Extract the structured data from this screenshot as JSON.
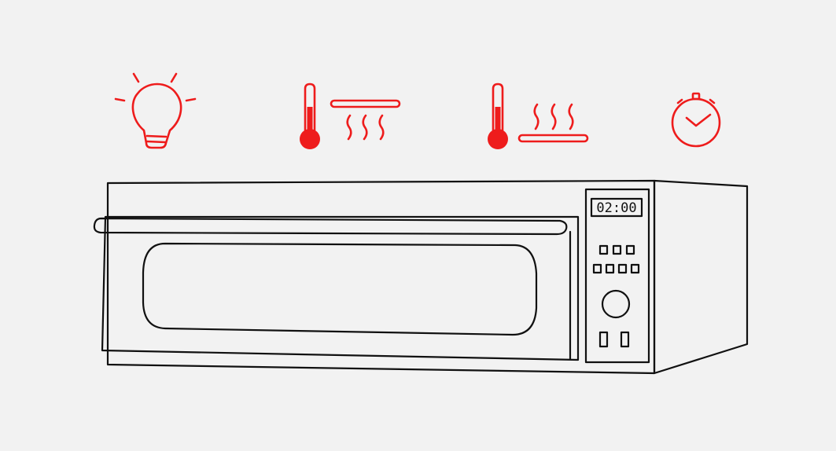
{
  "colors": {
    "background": "#f2f2f2",
    "accent": "#ee1c1c",
    "outline": "#111111"
  },
  "feature_icons": [
    {
      "icon": "lightbulb-icon"
    },
    {
      "icon": "top-heating-element-icon"
    },
    {
      "icon": "bottom-heating-element-icon"
    },
    {
      "icon": "stopwatch-icon"
    }
  ],
  "oven": {
    "display": {
      "time": "02:00"
    },
    "control_panel": {
      "top_button_count": 3,
      "bottom_button_count": 4,
      "knob_count": 1,
      "switch_count": 2
    }
  }
}
